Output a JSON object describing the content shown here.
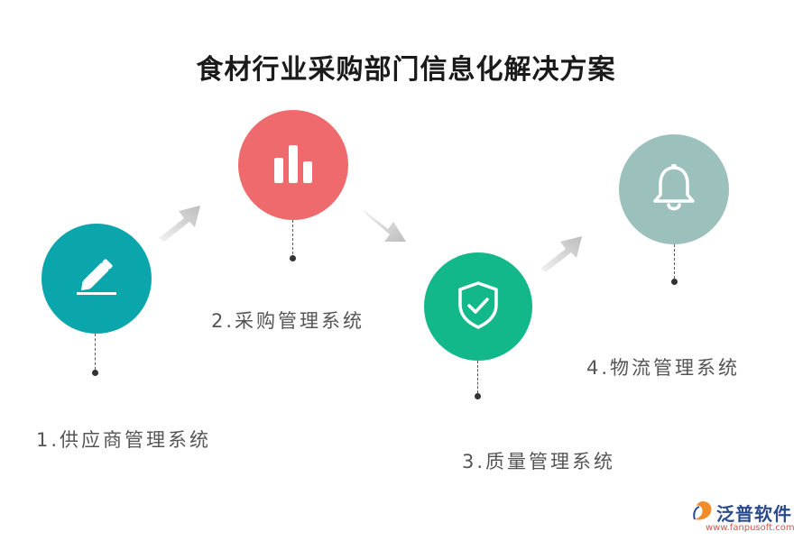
{
  "title": "食材行业采购部门信息化解决方案",
  "steps": [
    {
      "label": "1.供应商管理系统",
      "icon": "pencil-icon",
      "color": "#0aa6ac"
    },
    {
      "label": "2.采购管理系统",
      "icon": "bar-chart-icon",
      "color": "#ee6a6c"
    },
    {
      "label": "3.质量管理系统",
      "icon": "shield-check-icon",
      "color": "#13b88a"
    },
    {
      "label": "4.物流管理系统",
      "icon": "bell-icon",
      "color": "#9cc0bb"
    }
  ],
  "logo": {
    "name": "泛普软件",
    "url": "www.fanpusoft.com"
  }
}
